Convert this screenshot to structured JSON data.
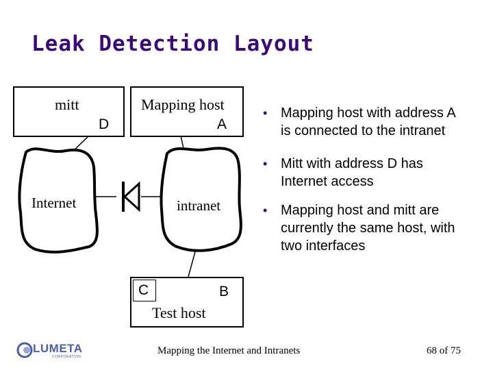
{
  "slide": {
    "title": "Leak Detection Layout",
    "footer_text": "Mapping the Internet and Intranets",
    "page_number": "68",
    "page_of": "of",
    "page_total": "75",
    "logo_text": "LUMETA",
    "logo_sub": "CORPORATION"
  },
  "diagram": {
    "mitt_label": "mitt",
    "mitt_address": "D",
    "mapping_host_label": "Mapping host",
    "mapping_host_address": "A",
    "internet_label": "Internet",
    "intranet_label": "intranet",
    "test_host_left_address": "C",
    "test_host_right_address": "B",
    "test_host_label": "Test host"
  },
  "bullets": [
    {
      "text": "Mapping host with address A is connected to the intranet"
    },
    {
      "text": "Mitt with address D has Internet access"
    },
    {
      "text": "Mapping host and mitt are currently the same host, with two interfaces"
    }
  ],
  "colors": {
    "title": "#3b0a7a",
    "bullet": "#3b0a7a",
    "logo": "#4a5fa8"
  }
}
